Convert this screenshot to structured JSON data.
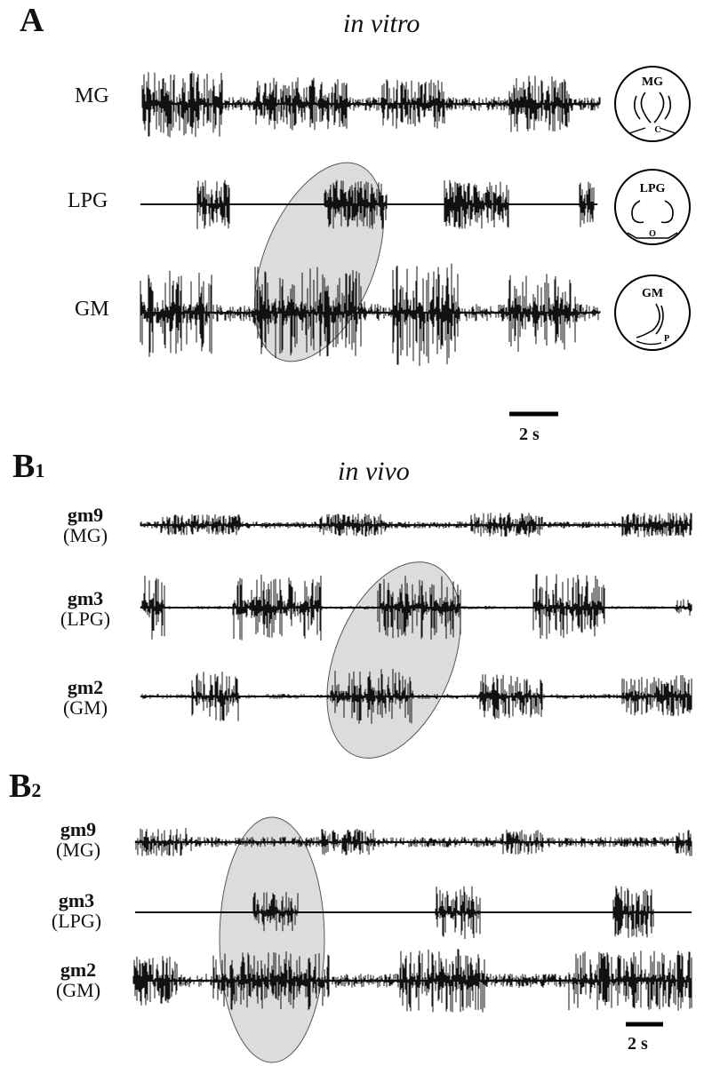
{
  "panels": {
    "A": {
      "letter": "A",
      "condition": "in vitro",
      "traces": [
        {
          "label": "MG"
        },
        {
          "label": "LPG"
        },
        {
          "label": "GM"
        }
      ],
      "schematics": [
        {
          "title": "MG",
          "mark": "C"
        },
        {
          "title": "LPG",
          "mark": "O"
        },
        {
          "title": "GM",
          "mark": "P"
        }
      ],
      "scalebar": "2 s"
    },
    "B1": {
      "letter": "B",
      "subscript": "1",
      "condition": "in vivo",
      "traces": [
        {
          "label": "gm9",
          "gloss": "(MG)"
        },
        {
          "label": "gm3",
          "gloss": "(LPG)"
        },
        {
          "label": "gm2",
          "gloss": "(GM)"
        }
      ]
    },
    "B2": {
      "letter": "B",
      "subscript": "2",
      "traces": [
        {
          "label": "gm9",
          "gloss": "(MG)"
        },
        {
          "label": "gm3",
          "gloss": "(LPG)"
        },
        {
          "label": "gm2",
          "gloss": "(GM)"
        }
      ],
      "scalebar": "2 s"
    }
  }
}
